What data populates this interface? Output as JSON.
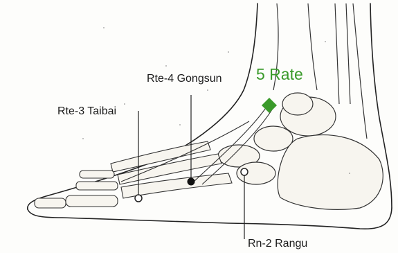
{
  "labels": {
    "taibai": "Rte-3 Taibai",
    "gongsun": "Rte-4 Gongsun",
    "rangu": "Rn-2 Rangu",
    "rate": "5 Rate"
  },
  "colors": {
    "accent": "#3a9a2a",
    "ink": "#1a1a1a",
    "background": "#fdfdfb"
  }
}
